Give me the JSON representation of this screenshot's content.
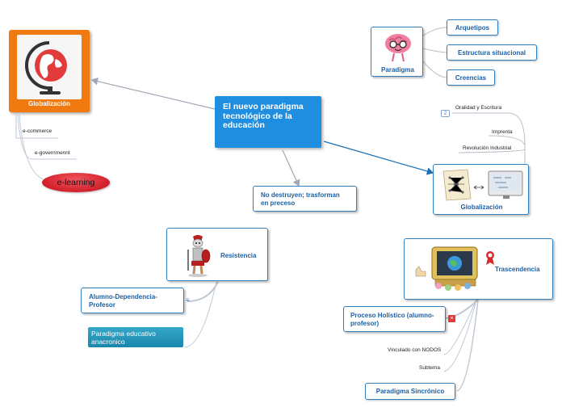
{
  "center": {
    "title": "El nuevo paradigma tecnológico de la educación"
  },
  "globalizacion_left": {
    "label": "Globalización",
    "children": [
      "e-commerce",
      "e-governmennt",
      "e-learning"
    ]
  },
  "paradigma": {
    "label": "Paradigma",
    "children": [
      "Arquetipos",
      "Estructura situacional",
      "Creencias"
    ]
  },
  "globalizacion_right": {
    "label": "Globalización",
    "badge": "2",
    "children": [
      "Oralidad y Escritura",
      "Imprenta",
      "Revolución Industrial"
    ]
  },
  "no_destruyen": {
    "label": "No destruyen; trasforman en preceso"
  },
  "resistencia": {
    "label": "Resistencia",
    "children": [
      "Alumno-Dependencia-Profesor",
      "Paradigma educativo anacronico"
    ]
  },
  "trascendencia": {
    "label": "Trascendencia",
    "children": [
      "Proceso Holístico (alumno-profesor)",
      "Vinculado con NODOS",
      "Subtema",
      "Paradigma Sincrónico"
    ]
  },
  "colors": {
    "center": "#1f8ee0",
    "node_border": "#2f7fc1",
    "node_text": "#1d5fa3",
    "orange": "#f07a10",
    "elearning": "#d21f2b",
    "teal": "#1a86ad",
    "connector": "#a0a8b8",
    "arrow_blue": "#1a6fb5"
  }
}
